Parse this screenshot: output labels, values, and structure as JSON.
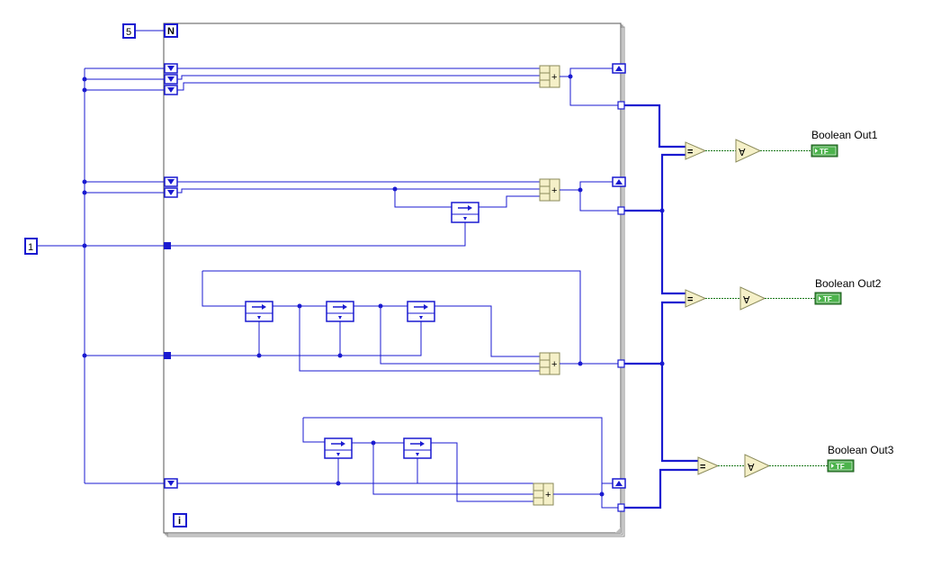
{
  "diagram": {
    "loop_count_constant": "5",
    "loop_count_terminal": "N",
    "iteration_terminal": "i",
    "initial_value_constant": "1",
    "indicators": [
      {
        "label": "Boolean Out1",
        "terminal": "TF"
      },
      {
        "label": "Boolean Out2",
        "terminal": "TF"
      },
      {
        "label": "Boolean Out3",
        "terminal": "TF"
      }
    ],
    "compare_symbol": "=",
    "and_array_symbol": "∀",
    "add_symbol": "+",
    "colors": {
      "wire_numeric": "#1a1ad0",
      "wire_boolean": "#1d7a1d",
      "function_fill": "#f5f0c8",
      "indicator_fill": "#3a9a3a"
    }
  }
}
